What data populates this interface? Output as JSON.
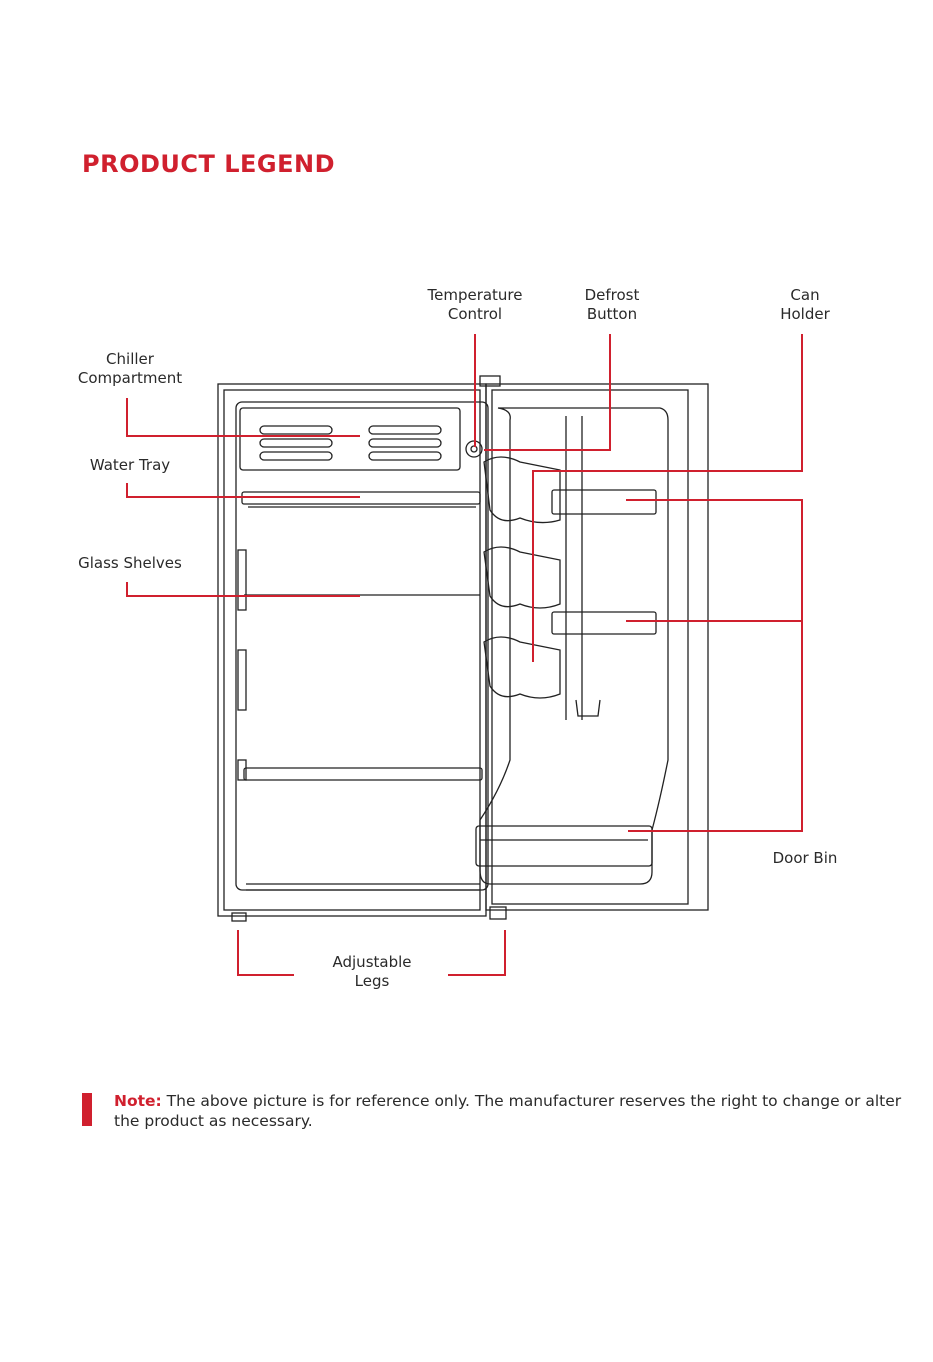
{
  "title": "PRODUCT LEGEND",
  "labels": {
    "temperature_control": "Temperature\nControl",
    "defrost_button": "Defrost\nButton",
    "can_holder": "Can\nHolder",
    "chiller_compartment": "Chiller\nCompartment",
    "water_tray": "Water Tray",
    "glass_shelves": "Glass Shelves",
    "door_bin": "Door Bin",
    "adjustable_legs": "Adjustable\nLegs"
  },
  "note": {
    "label": "Note:",
    "text": " The above picture is for reference only. The manufacturer reserves the right to change or alter the product as necessary."
  },
  "colors": {
    "accent": "#d0202e",
    "line": "#222222"
  }
}
